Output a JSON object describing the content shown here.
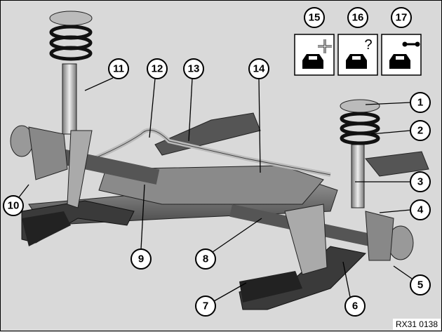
{
  "diagram": {
    "callouts": [
      "1",
      "2",
      "3",
      "4",
      "5",
      "6",
      "7",
      "8",
      "9",
      "10",
      "11",
      "12",
      "13",
      "14"
    ],
    "icons": [
      {
        "number": "15",
        "icon": "car-move-icon"
      },
      {
        "number": "16",
        "icon": "car-question-icon"
      },
      {
        "number": "17",
        "icon": "car-wrench-icon"
      }
    ],
    "reference": "RX31 0138"
  }
}
